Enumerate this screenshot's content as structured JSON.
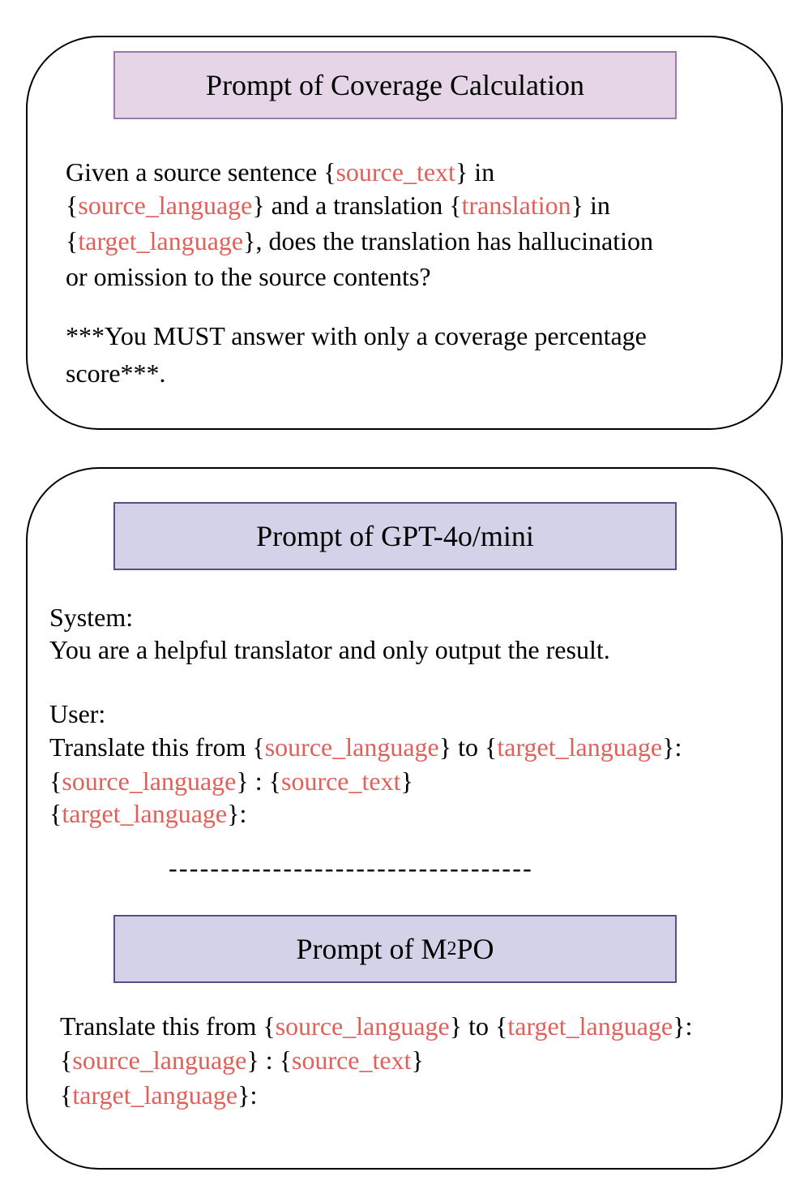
{
  "coverage": {
    "title": "Prompt of Coverage Calculation",
    "line1": {
      "a": "Given a source sentence ",
      "b": "{",
      "p1": "source_text",
      "c": "} in"
    },
    "line2": {
      "a": "{",
      "p1": "source_language",
      "b": "} and a translation {",
      "p2": "translation",
      "c": "} in"
    },
    "line3": {
      "a": "{",
      "p1": "target_language",
      "b": "}, does the translation has hallucination"
    },
    "line4": "or omission to the source contents?",
    "line5": "***You MUST answer with only a coverage percentage",
    "line6": "score***."
  },
  "gpt": {
    "title": "Prompt of GPT-4o/mini",
    "system_label": "System:",
    "system_text": "You are a helpful translator and only output the result.",
    "user_label": "User:",
    "l1": {
      "a": "Translate this from {",
      "p1": "source_language",
      "b": "} to {",
      "p2": "target_language",
      "c": "}:"
    },
    "l2": {
      "a": "{",
      "p1": "source_language",
      "b": "} : {",
      "p2": "source_text",
      "c": "}"
    },
    "l3": {
      "a": "{",
      "p1": "target_language",
      "b": "}:"
    }
  },
  "divider": "-----------------------------------",
  "m2po": {
    "title_pre": "Prompt of M",
    "title_sup": "2",
    "title_post": "PO",
    "l1": {
      "a": "Translate this from {",
      "p1": "source_language",
      "b": "} to {",
      "p2": "target_language",
      "c": "}:"
    },
    "l2": {
      "a": "{",
      "p1": "source_language",
      "b": "} : {",
      "p2": "source_text",
      "c": "}"
    },
    "l3": {
      "a": "{",
      "p1": "target_language",
      "b": "}:"
    }
  },
  "colors": {
    "placeholder": "#e0605a",
    "coverage_header": "#e5d5e7",
    "gpt_header": "#d4d2e8"
  }
}
